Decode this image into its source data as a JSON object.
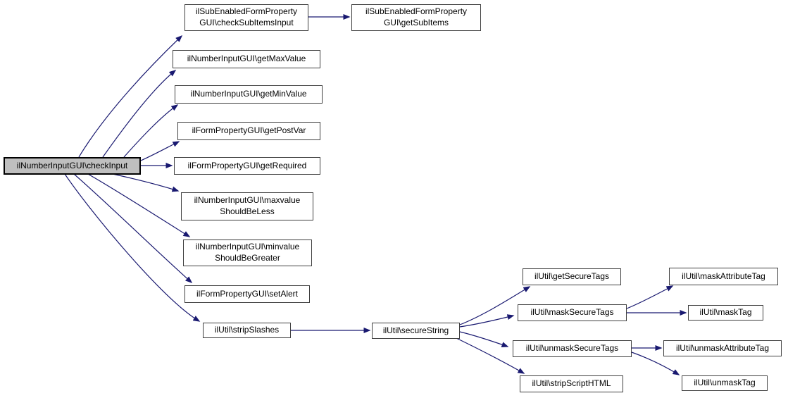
{
  "graph": {
    "type": "call-graph",
    "background_color": "#ffffff",
    "edge_color": "#191970",
    "node_border_color": "#3f3f3f",
    "highlight_node_fill": "#bfbfbf",
    "nodes": {
      "checkInput": {
        "label": "ilNumberInputGUI\\checkInput",
        "highlighted": true
      },
      "checkSubItemsInput": {
        "label": "ilSubEnabledFormProperty\nGUI\\checkSubItemsInput"
      },
      "getSubItems": {
        "label": "ilSubEnabledFormProperty\nGUI\\getSubItems"
      },
      "getMaxValue": {
        "label": "ilNumberInputGUI\\getMaxValue"
      },
      "getMinValue": {
        "label": "ilNumberInputGUI\\getMinValue"
      },
      "getPostVar": {
        "label": "ilFormPropertyGUI\\getPostVar"
      },
      "getRequired": {
        "label": "ilFormPropertyGUI\\getRequired"
      },
      "maxvalueShouldBeLess": {
        "label": "ilNumberInputGUI\\maxvalue\nShouldBeLess"
      },
      "minvalueShouldBeGreater": {
        "label": "ilNumberInputGUI\\minvalue\nShouldBeGreater"
      },
      "setAlert": {
        "label": "ilFormPropertyGUI\\setAlert"
      },
      "stripSlashes": {
        "label": "ilUtil\\stripSlashes"
      },
      "secureString": {
        "label": "ilUtil\\secureString"
      },
      "getSecureTags": {
        "label": "ilUtil\\getSecureTags"
      },
      "maskSecureTags": {
        "label": "ilUtil\\maskSecureTags"
      },
      "unmaskSecureTags": {
        "label": "ilUtil\\unmaskSecureTags"
      },
      "stripScriptHTML": {
        "label": "ilUtil\\stripScriptHTML"
      },
      "maskAttributeTag": {
        "label": "ilUtil\\maskAttributeTag"
      },
      "maskTag": {
        "label": "ilUtil\\maskTag"
      },
      "unmaskAttributeTag": {
        "label": "ilUtil\\unmaskAttributeTag"
      },
      "unmaskTag": {
        "label": "ilUtil\\unmaskTag"
      }
    },
    "edges": [
      {
        "from": "checkInput",
        "to": "checkSubItemsInput"
      },
      {
        "from": "checkInput",
        "to": "getMaxValue"
      },
      {
        "from": "checkInput",
        "to": "getMinValue"
      },
      {
        "from": "checkInput",
        "to": "getPostVar"
      },
      {
        "from": "checkInput",
        "to": "getRequired"
      },
      {
        "from": "checkInput",
        "to": "maxvalueShouldBeLess"
      },
      {
        "from": "checkInput",
        "to": "minvalueShouldBeGreater"
      },
      {
        "from": "checkInput",
        "to": "setAlert"
      },
      {
        "from": "checkInput",
        "to": "stripSlashes"
      },
      {
        "from": "checkSubItemsInput",
        "to": "getSubItems"
      },
      {
        "from": "stripSlashes",
        "to": "secureString"
      },
      {
        "from": "secureString",
        "to": "getSecureTags"
      },
      {
        "from": "secureString",
        "to": "maskSecureTags"
      },
      {
        "from": "secureString",
        "to": "unmaskSecureTags"
      },
      {
        "from": "secureString",
        "to": "stripScriptHTML"
      },
      {
        "from": "maskSecureTags",
        "to": "maskAttributeTag"
      },
      {
        "from": "maskSecureTags",
        "to": "maskTag"
      },
      {
        "from": "unmaskSecureTags",
        "to": "unmaskAttributeTag"
      },
      {
        "from": "unmaskSecureTags",
        "to": "unmaskTag"
      }
    ]
  }
}
